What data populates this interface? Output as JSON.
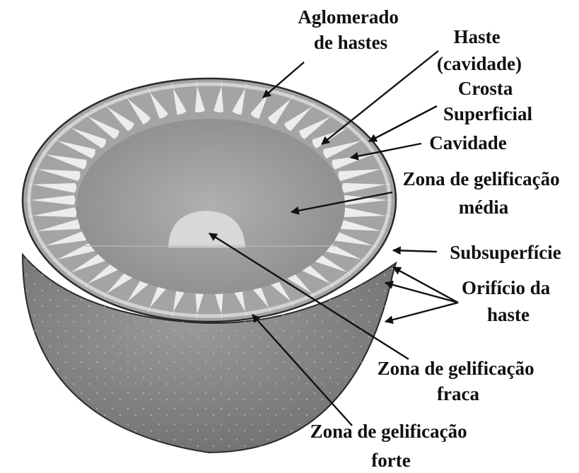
{
  "labels": {
    "aglomerado": [
      "Aglomerado",
      "de hastes"
    ],
    "haste": [
      "Haste",
      "(cavidade)"
    ],
    "crosta": [
      "Crosta",
      "Superficial"
    ],
    "cavidade": [
      "Cavidade"
    ],
    "gel_media": [
      "Zona de gelificação",
      "média"
    ],
    "subsuperficie": [
      "Subsuperfície"
    ],
    "orificio": [
      "Orifício da",
      "haste"
    ],
    "gel_fraca": [
      "Zona de gelificação",
      "fraca"
    ],
    "gel_forte": [
      "Zona de gelificação",
      "forte"
    ]
  },
  "colors": {
    "outer_shell": "#8a8a8a",
    "outer_shell_dark": "#6f6f6f",
    "cut_face": "#a9a9a9",
    "medium_zone": "#9d9d9d",
    "weak_zone": "#d9d9d9",
    "strand": "#ececec",
    "crust": "#cfcfcf",
    "outline": "#2a2a2a",
    "arrow": "#111111"
  },
  "strand_count": 46
}
